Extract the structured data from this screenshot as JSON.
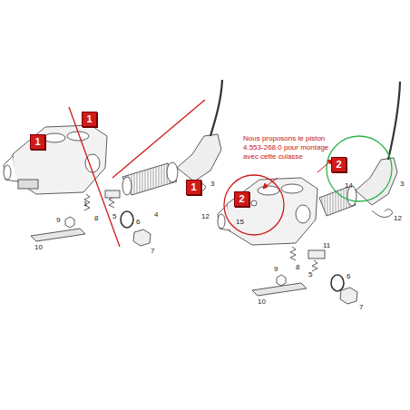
{
  "diagram": {
    "nodes": [
      {
        "text": [
          "1"
        ]
      },
      {
        "text": [
          "1"
        ]
      },
      {
        "text": [
          "1"
        ]
      },
      {
        "text": [
          "2"
        ]
      },
      {
        "text": [
          "2"
        ]
      }
    ],
    "labels": [
      "1",
      "8",
      "9",
      "10",
      "5",
      "6",
      "7",
      "4",
      "3",
      "12",
      "Nous proposons le piston 4.553-268.0 pour montage avec cette culasse",
      "15",
      "14",
      "3",
      "12",
      "11",
      "8",
      "9",
      "10",
      "5",
      "6",
      "7"
    ]
  }
}
